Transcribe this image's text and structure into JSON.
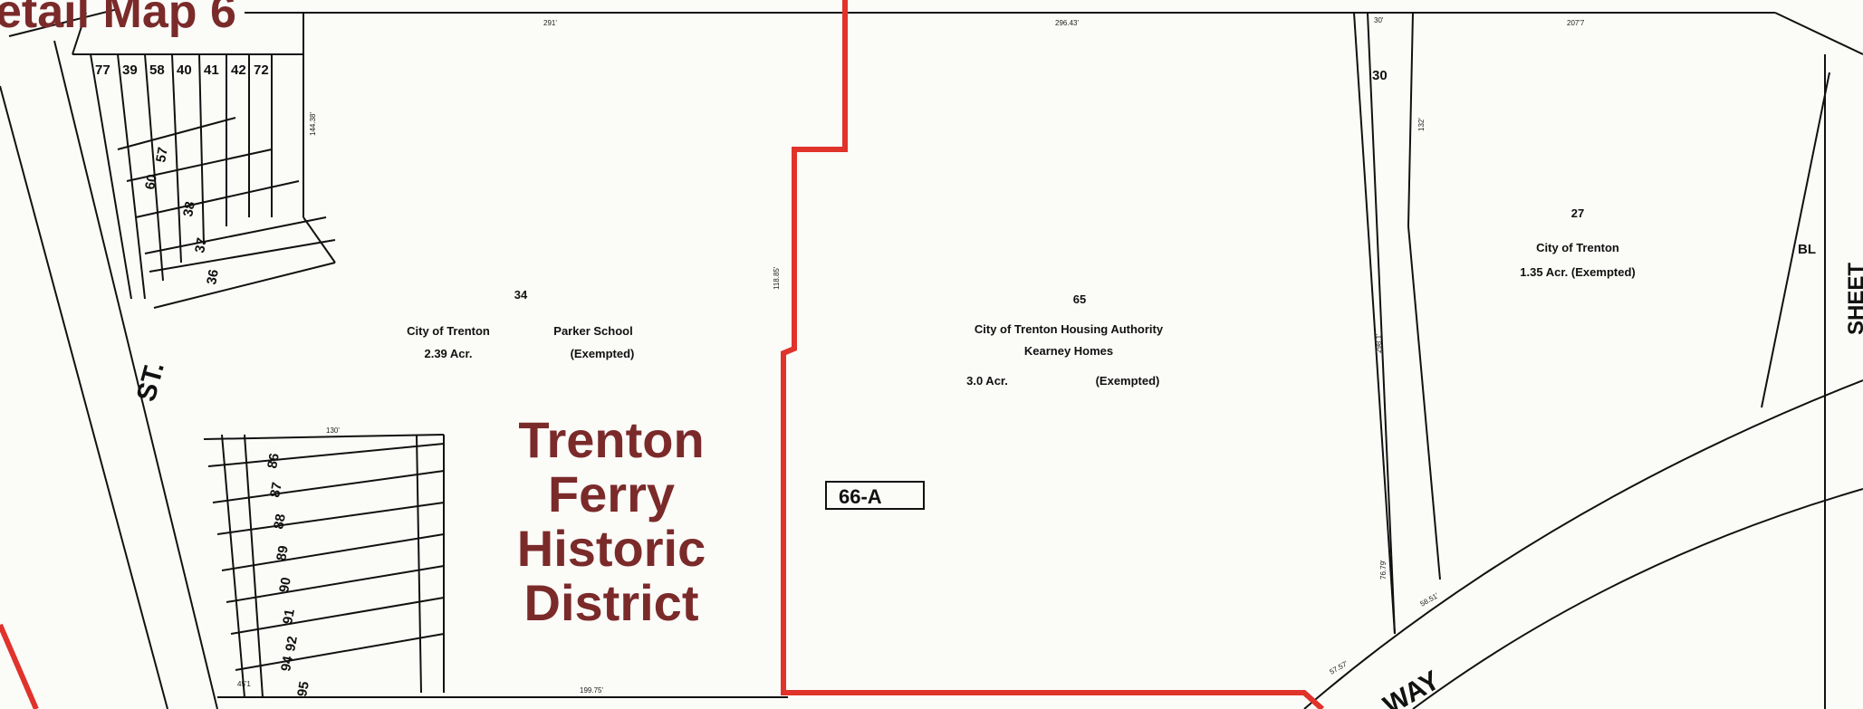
{
  "map_title": "etail Map 6",
  "district": {
    "line1": "Trenton",
    "line2": "Ferry",
    "line3": "Historic",
    "line4": "District",
    "color": "#7b2a2a"
  },
  "boundary_color": "#e0332b",
  "tag_label": "66-A",
  "streets": {
    "st": "ST.",
    "way": "WAY",
    "sheet": "SHEET"
  },
  "parcels": {
    "p34": {
      "number": "34",
      "owner": "City of Trenton",
      "name": "Parker School",
      "area": "2.39 Acr.",
      "status": "(Exempted)"
    },
    "p65": {
      "number": "65",
      "owner": "City of Trenton Housing Authority",
      "name": "Kearney Homes",
      "area": "3.0 Acr.",
      "status": "(Exempted)"
    },
    "p27": {
      "number": "27",
      "owner": "City of Trenton",
      "area": "1.35 Acr.",
      "status": "(Exempted)"
    },
    "p30": {
      "number": "30"
    },
    "bl": "BL"
  },
  "top_lots": [
    "77",
    "39",
    "58",
    "40",
    "41",
    "42",
    "72"
  ],
  "mid_lots": [
    "57",
    "60",
    "38",
    "37",
    "36"
  ],
  "lower_lots": [
    "86",
    "87",
    "88",
    "89",
    "90",
    "91",
    "92",
    "94",
    "95"
  ],
  "dims": {
    "d291": "291'",
    "d29643": "296.43'",
    "d2077": "207'7",
    "d30": "30'",
    "d130": "130'",
    "d19975": "199.75'",
    "d451": "45'1",
    "d144": "144.38'",
    "d1185": "118.85'",
    "d2981": "298.1'",
    "d7679": "76.79'",
    "d5851": "58.51'",
    "d5757": "57.57'",
    "d13212": "132'"
  }
}
